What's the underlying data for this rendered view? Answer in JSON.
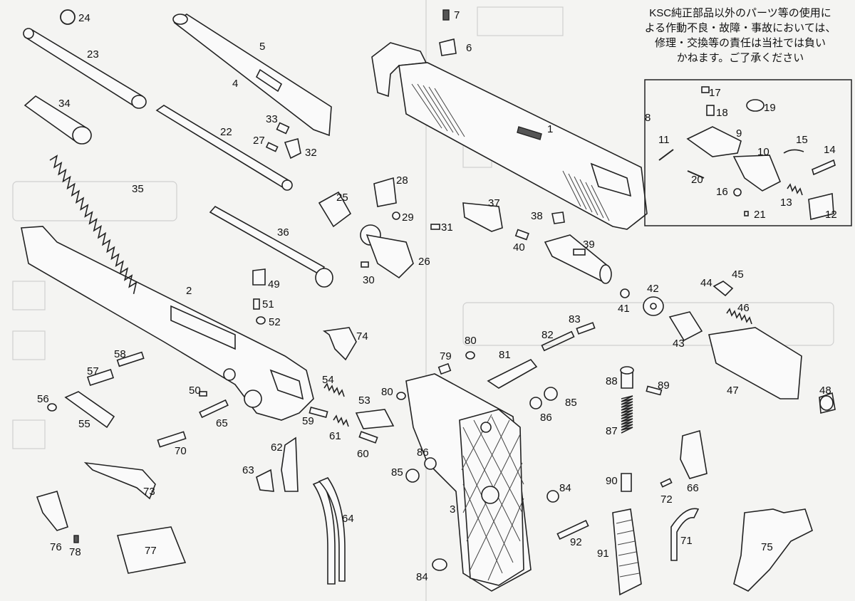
{
  "notice": [
    "KSC純正部品以外のパーツ等の使用に",
    "よる作動不良・故障・事故においては、",
    "修理・交換等の責任は当社では負い",
    "かねます。ご了承ください"
  ],
  "labels": {
    "1": "1",
    "2": "2",
    "3": "3",
    "4": "4",
    "5": "5",
    "6": "6",
    "7": "7",
    "8": "8",
    "9": "9",
    "10": "10",
    "11": "11",
    "12": "12",
    "13": "13",
    "14": "14",
    "15": "15",
    "16": "16",
    "17": "17",
    "18": "18",
    "19": "19",
    "20": "20",
    "21": "21",
    "22": "22",
    "23": "23",
    "24": "24",
    "25": "25",
    "26": "26",
    "27": "27",
    "28": "28",
    "29": "29",
    "30": "30",
    "31": "31",
    "32": "32",
    "33": "33",
    "34": "34",
    "35": "35",
    "36": "36",
    "37": "37",
    "38": "38",
    "39": "39",
    "40": "40",
    "41": "41",
    "42": "42",
    "43": "43",
    "44": "44",
    "45": "45",
    "46": "46",
    "47": "47",
    "48": "48",
    "49": "49",
    "50": "50",
    "51": "51",
    "52": "52",
    "53": "53",
    "54": "54",
    "55": "55",
    "56": "56",
    "57": "57",
    "58": "58",
    "59": "59",
    "60": "60",
    "61": "61",
    "62": "62",
    "63": "63",
    "64": "64",
    "65": "65",
    "66": "66",
    "70": "70",
    "71": "71",
    "72": "72",
    "73": "73",
    "74": "74",
    "75": "75",
    "76": "76",
    "77": "77",
    "78": "78",
    "79": "79",
    "80": "80",
    "80b": "80",
    "81": "81",
    "82": "82",
    "83": "83",
    "84": "84",
    "84b": "84",
    "85": "85",
    "85b": "85",
    "86": "86",
    "86b": "86",
    "87": "87",
    "88": "88",
    "89": "89",
    "90": "90",
    "91": "91",
    "92": "92"
  }
}
